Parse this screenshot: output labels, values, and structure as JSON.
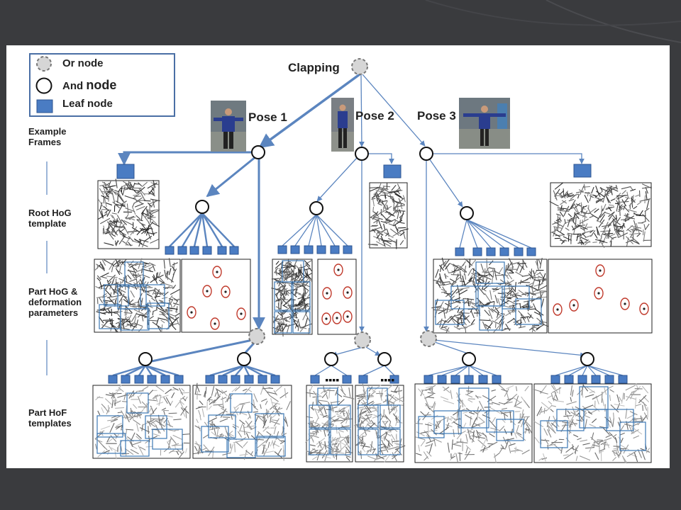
{
  "legend": {
    "or_node": "Or node",
    "and_node_prefix": "And",
    "and_node_word": "node",
    "leaf_node": "Leaf node"
  },
  "root": {
    "label": "Clapping"
  },
  "poses": [
    {
      "label": "Pose 1"
    },
    {
      "label": "Pose 2"
    },
    {
      "label": "Pose 3"
    }
  ],
  "row_labels": {
    "example_frames": [
      "Example",
      "Frames"
    ],
    "root_hog": [
      "Root HoG",
      "template"
    ],
    "part_hog": [
      "Part HoG &",
      "deformation",
      "parameters"
    ],
    "part_hof": [
      "Part HoF",
      "templates"
    ]
  },
  "colors": {
    "background": "#3a3b3e",
    "edge_blue": "#5b85bf",
    "leaf_fill": "#4a7cc3",
    "or_node_fill": "#d6d6d6",
    "deformation_red": "#c0392b"
  }
}
